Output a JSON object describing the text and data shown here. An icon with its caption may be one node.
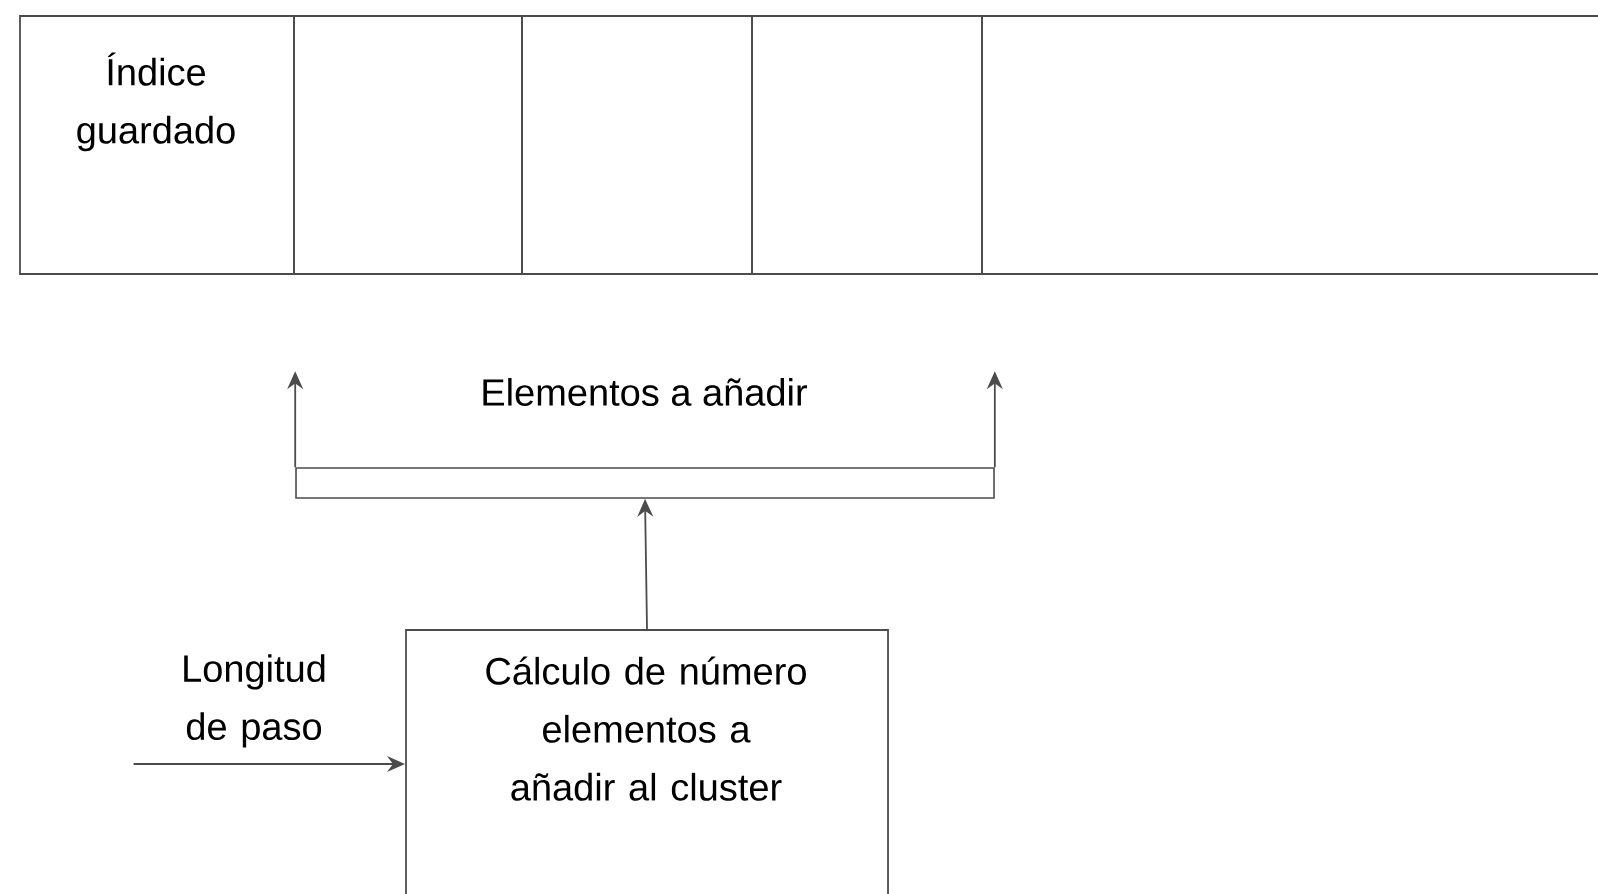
{
  "diagram": {
    "nodes": [
      {
        "text": [
          "Índice guardado"
        ]
      },
      {
        "text": [],
        "shape": "box"
      },
      {
        "text": [],
        "shape": "box"
      },
      {
        "text": [],
        "shape": "box"
      },
      {
        "text": [],
        "shape": "box"
      },
      {
        "text": [
          "Longitud de paso"
        ]
      },
      {
        "text": [
          "Cálculo de número elementos a añadir al cluster"
        ]
      },
      {
        "text": [],
        "shape": "bar"
      }
    ],
    "edges": [
      {
        "from": 5,
        "to": 6,
        "arrow": "to"
      },
      {
        "from": 6,
        "to": 7,
        "arrow": "to"
      },
      {
        "from": 7,
        "to": null,
        "arrow": "to"
      },
      {
        "from": 7,
        "to": null,
        "arrow": "to"
      }
    ],
    "labels": [
      "Elementos a añadir"
    ]
  }
}
